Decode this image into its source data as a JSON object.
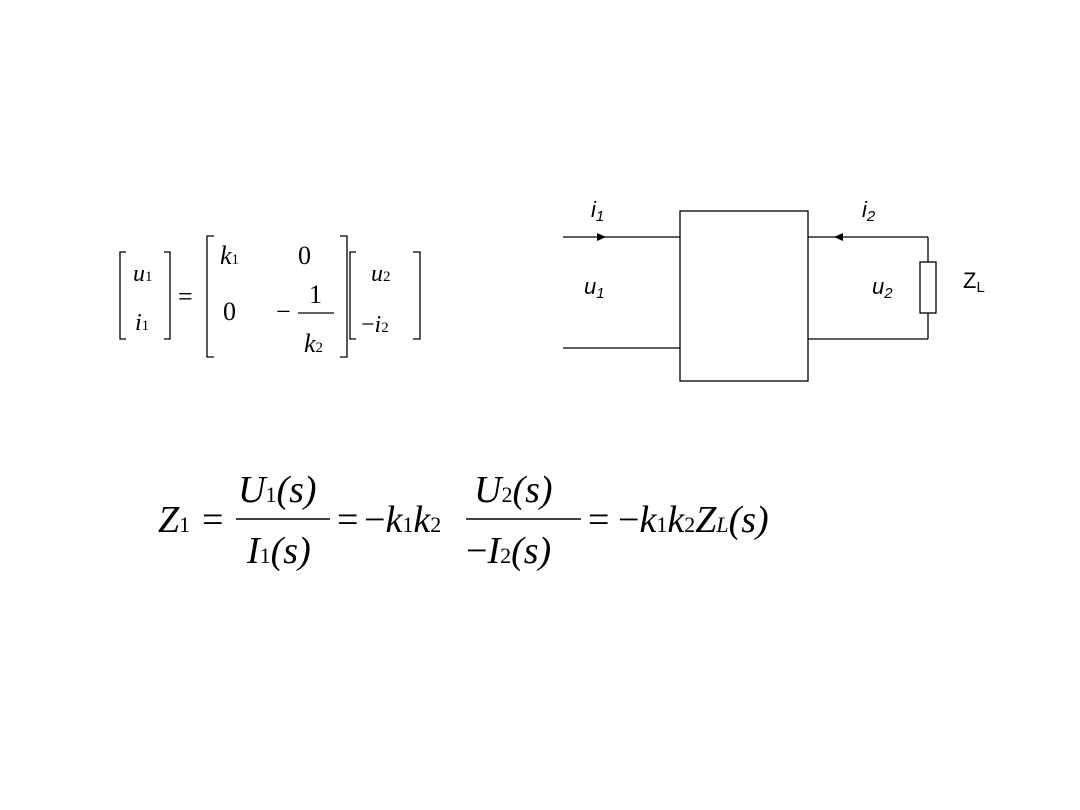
{
  "matrix_equation": {
    "lhs": {
      "row1": "u",
      "row1_sub": "1",
      "row2": "i",
      "row2_sub": "1"
    },
    "equals": "=",
    "matrix": {
      "a11": "k",
      "a11_sub": "1",
      "a12": "0",
      "a21": "0",
      "a22_sign": "−",
      "a22_num": "1",
      "a22_den": "k",
      "a22_den_sub": "2"
    },
    "rhs": {
      "row1": "u",
      "row1_sub": "2",
      "row2_sign": "−",
      "row2": "i",
      "row2_sub": "2"
    }
  },
  "circuit": {
    "i1_label": "i",
    "i1_sub": "1",
    "i2_label": "i",
    "i2_sub": "2",
    "u1_label": "u",
    "u1_sub": "1",
    "u2_label": "u",
    "u2_sub": "2",
    "load_label": "Z",
    "load_sub": "L"
  },
  "impedance_equation": {
    "z": "Z",
    "z_sub": "1",
    "eq": "=",
    "f1_num": "U",
    "f1_num_sub": "1",
    "f1_num_arg": "(s)",
    "f1_den": "I",
    "f1_den_sub": "1",
    "f1_den_arg": "(s)",
    "mid_sign": "−",
    "mid_k1": "k",
    "mid_k1_sub": "1",
    "mid_k2": "k",
    "mid_k2_sub": "2",
    "f2_num": "U",
    "f2_num_sub": "2",
    "f2_num_arg": "(s)",
    "f2_den_sign": "−",
    "f2_den": "I",
    "f2_den_sub": "2",
    "f2_den_arg": "(s)",
    "end_sign": "−",
    "end_k1": "k",
    "end_k1_sub": "1",
    "end_k2": "k",
    "end_k2_sub": "2",
    "end_z": "Z",
    "end_z_sub": "L",
    "end_arg": "(s)"
  }
}
